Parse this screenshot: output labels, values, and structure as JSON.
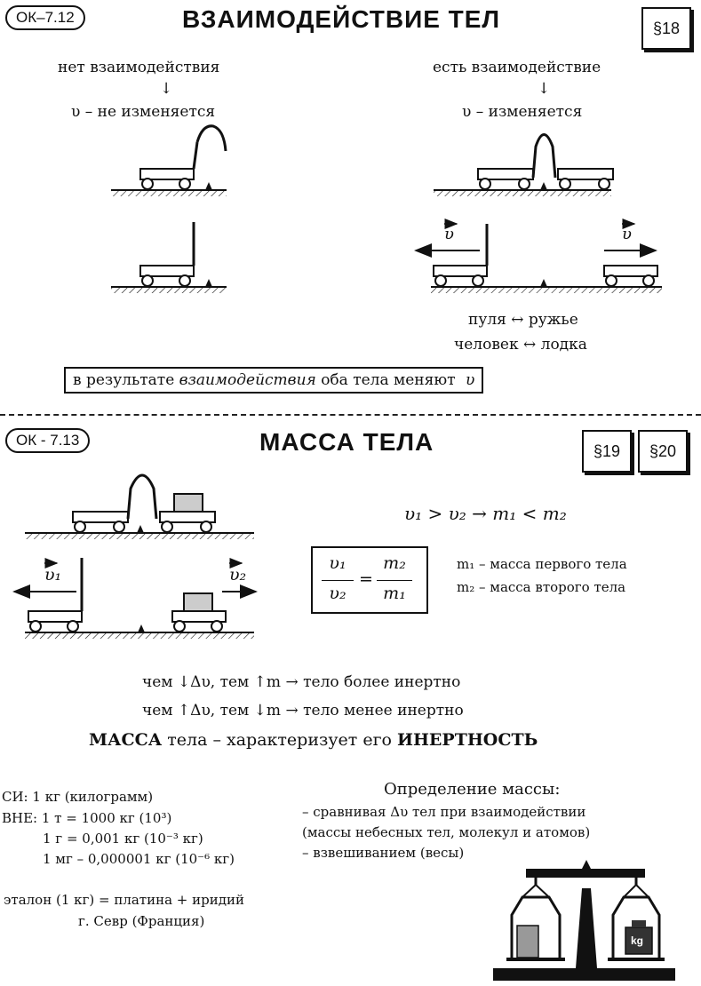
{
  "section1": {
    "tag": "ОК–7.12",
    "title": "ВЗАИМОДЕЙСТВИЕ ТЕЛ",
    "paragraph": "§18",
    "left_heading": "нет взаимодействия",
    "left_arrow": "↓",
    "left_result": "υ – не изменяется",
    "right_heading": "есть взаимодействие",
    "right_arrow": "↓",
    "right_result": "υ – изменяется",
    "velocity_left": "υ",
    "velocity_right": "υ",
    "example_1": "пуля ↔ ружье",
    "example_2": "человек ↔ лодка",
    "conclusion_prefix": "в результате",
    "conclusion_emph": "взаимодействия",
    "conclusion_suffix": "оба тела меняют",
    "conclusion_var": "υ"
  },
  "section2": {
    "tag": "ОК - 7.13",
    "title": "МАССА ТЕЛА",
    "paragraphs": [
      "§19",
      "§20"
    ],
    "inequality": "υ₁ > υ₂ → m₁ < m₂",
    "v1_label": "υ₁",
    "v2_label": "υ₂",
    "fraction": {
      "left_num": "υ₁",
      "left_den": "υ₂",
      "right_num": "m₂",
      "right_den": "m₁",
      "equals": "="
    },
    "legend_1": "m₁ – масса первого тела",
    "legend_2": "m₂ – масса второго тела",
    "rule_1": "чем ↓Δυ, тем ↑m → тело более инертно",
    "rule_2": "чем ↑Δυ, тем ↓m → тело менее инертно",
    "mass_statement_a": "МАССА",
    "mass_statement_b": "тела – характеризует его",
    "mass_statement_c": "ИНЕРТНОСТЬ"
  },
  "units": {
    "si": "СИ: 1 кг (килограмм)",
    "vne": "ВНЕ: 1 т = 1000 кг (10³)",
    "gram": "1 г = 0,001 кг (10⁻³ кг)",
    "milligram": "1 мг – 0,000001 кг (10⁻⁶ кг)",
    "etalon": "эталон (1 кг) = платина + иридий",
    "place": "г. Севр (Франция)"
  },
  "definition": {
    "heading": "Определение массы:",
    "item_1": "– сравнивая Δυ тел при взаимодействии",
    "item_2": "(массы небесных тел, молекул и атомов)",
    "item_3": "– взвешиванием (весы)"
  },
  "scale": {
    "weight_label": "kg"
  }
}
